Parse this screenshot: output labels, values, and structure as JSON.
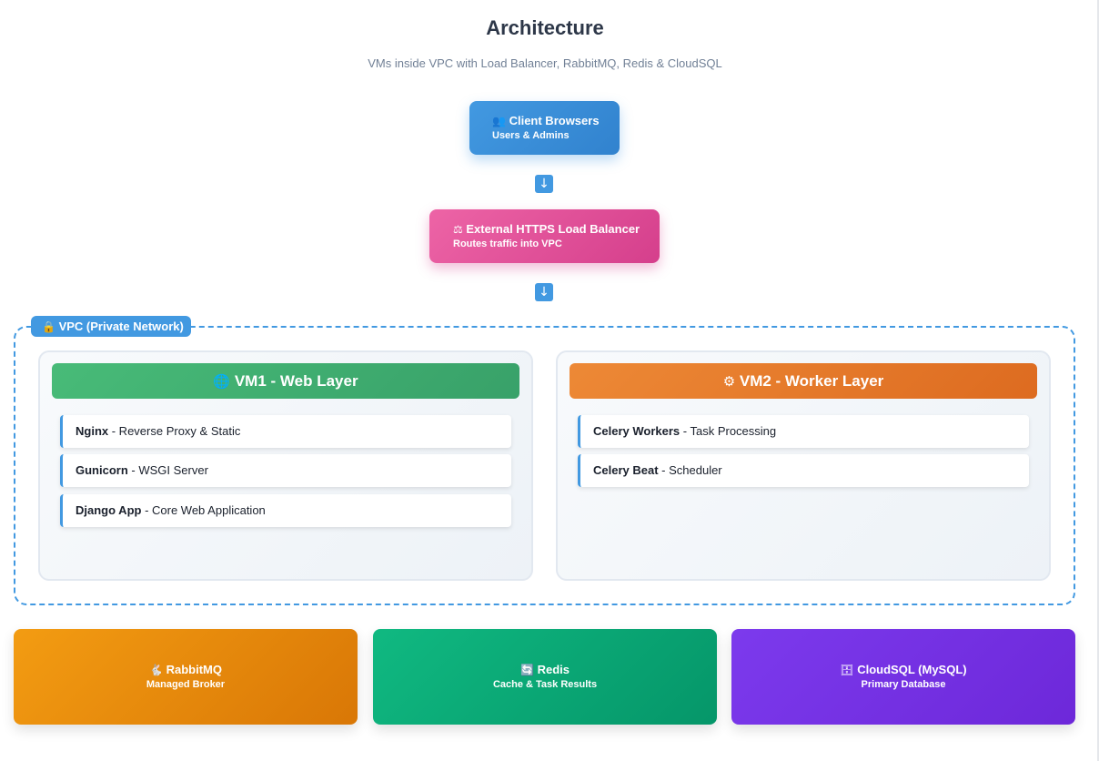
{
  "header": {
    "title": "Architecture",
    "subtitle": "VMs inside VPC with Load Balancer, RabbitMQ, Redis & CloudSQL"
  },
  "client": {
    "icon": "users-icon",
    "title": "Client Browsers",
    "subtitle": "Users & Admins"
  },
  "load_balancer": {
    "icon": "scale-icon",
    "title": "External HTTPS Load Balancer",
    "subtitle": "Routes traffic into VPC"
  },
  "arrows": {
    "icon": "arrow-down-icon"
  },
  "vpc": {
    "icon": "lock-icon",
    "label": "VPC (Private Network)"
  },
  "vm1": {
    "icon": "globe-icon",
    "title": "VM1 - Web Layer",
    "services": [
      {
        "name": "Nginx",
        "desc": " - Reverse Proxy & Static"
      },
      {
        "name": "Gunicorn",
        "desc": " - WSGI Server"
      },
      {
        "name": "Django App",
        "desc": " - Core Web Application"
      }
    ]
  },
  "vm2": {
    "icon": "gear-icon",
    "title": "VM2 - Worker Layer",
    "services": [
      {
        "name": "Celery Workers",
        "desc": " - Task Processing"
      },
      {
        "name": "Celery Beat",
        "desc": " - Scheduler"
      }
    ]
  },
  "services": [
    {
      "icon": "rabbit-icon",
      "title": "RabbitMQ",
      "subtitle": "Managed Broker"
    },
    {
      "icon": "refresh-icon",
      "title": "Redis",
      "subtitle": "Cache & Task Results"
    },
    {
      "icon": "database-icon",
      "title": "CloudSQL (MySQL)",
      "subtitle": "Primary Database"
    }
  ],
  "colors": {
    "accent": "#4299e1",
    "load_balancer": "#d53f8c",
    "vm1": "#48bb78",
    "vm2": "#ed8936",
    "rabbitmq": "#f39c12",
    "redis": "#10b981",
    "cloudsql": "#7c3aed"
  }
}
